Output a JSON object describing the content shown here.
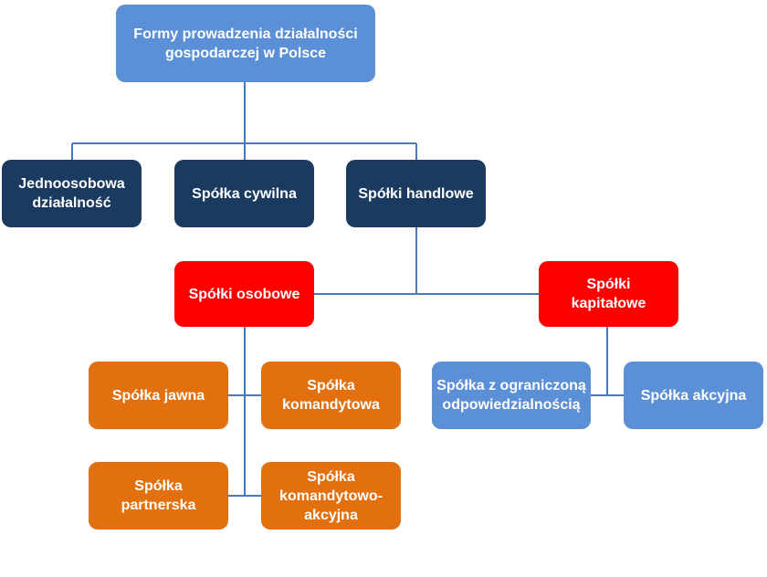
{
  "diagram": {
    "root": "Formy prowadzenia działalności gospodarczej w Polsce",
    "level1": {
      "jednoosobowa": "Jednoosobowa działalność",
      "cywilna": "Spółka cywilna",
      "handlowe": "Spółki handlowe"
    },
    "level2": {
      "osobowe": "Spółki osobowe",
      "kapitalowe": "Spółki kapitałowe"
    },
    "osobowe_children": {
      "jawna": "Spółka jawna",
      "komandytowa": "Spółka komandytowa",
      "partnerska": "Spółka partnerska",
      "komandytowo_akcyjna": "Spółka komandytowo-akcyjna"
    },
    "kapitalowe_children": {
      "zoo": "Spółka z ograniczoną odpowiedzialnością",
      "akcyjna": "Spółka akcyjna"
    },
    "colors": {
      "root": "#5b8fd6",
      "level1": "#1a3a60",
      "level2": "#ff0000",
      "osobowe_children": "#e3700e",
      "kapitalowe_children": "#5b8fd6",
      "connector": "#4a78b4"
    }
  }
}
